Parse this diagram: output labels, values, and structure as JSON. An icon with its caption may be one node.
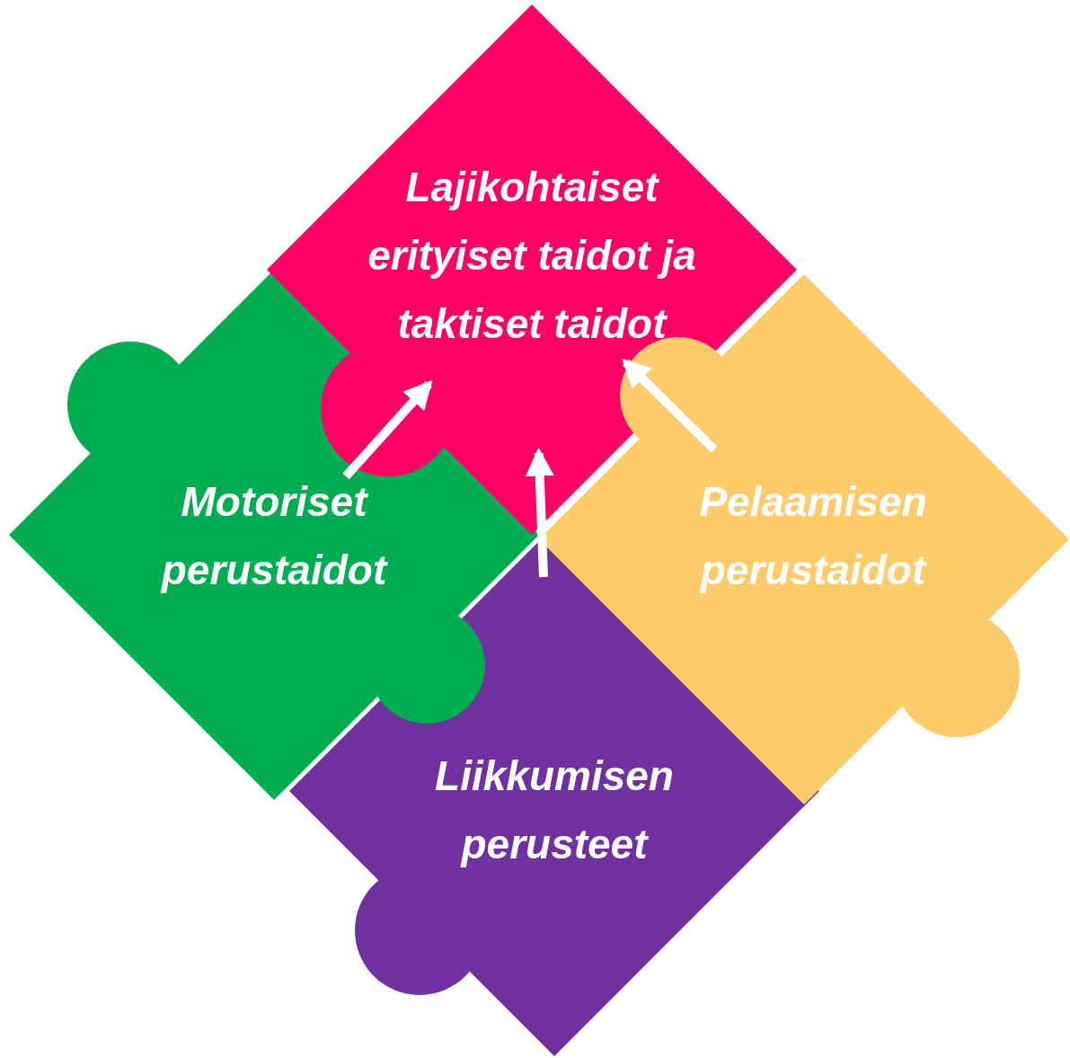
{
  "diagram": {
    "nodes": [
      {
        "text": [
          "Lajikohtaiset erityiset taidot ja taktiset taidot"
        ]
      },
      {
        "text": [
          "Motoriset perustaidot"
        ]
      },
      {
        "text": [
          "Pelaamisen perustaidot"
        ]
      },
      {
        "text": [
          "Liikkumisen perusteet"
        ]
      }
    ],
    "edges": [
      {
        "from": 1,
        "to": 0,
        "arrow": "to"
      },
      {
        "from": 3,
        "to": 0,
        "arrow": "to"
      },
      {
        "from": 2,
        "to": 0,
        "arrow": "to"
      }
    ]
  }
}
